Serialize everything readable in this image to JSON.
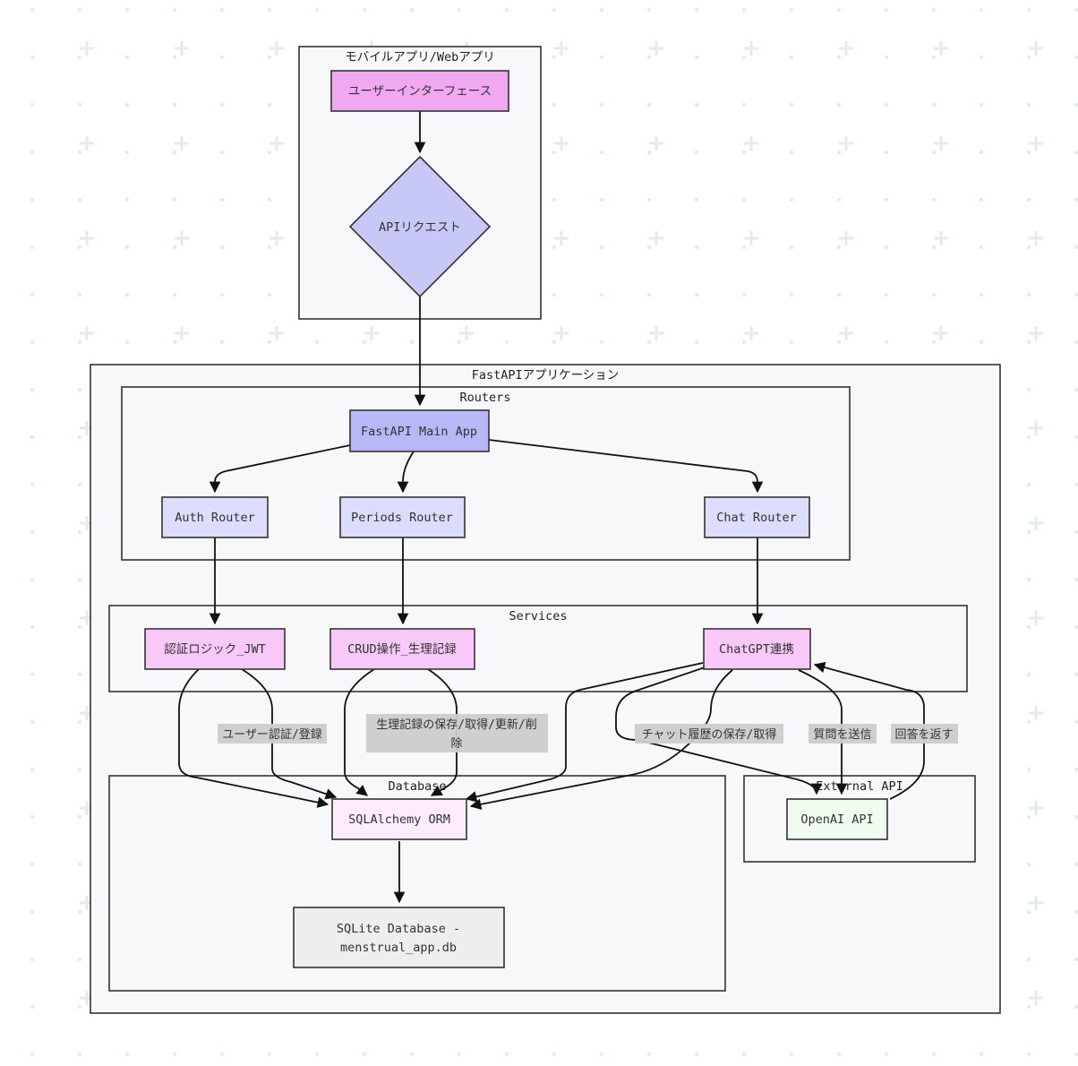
{
  "groups": {
    "client": "モバイルアプリ/Webアプリ",
    "fastapi": "FastAPIアプリケーション",
    "routers": "Routers",
    "services": "Services",
    "database": "Database",
    "external": "External API"
  },
  "nodes": {
    "ui": "ユーザーインターフェース",
    "api_request": "APIリクエスト",
    "main_app": "FastAPI Main App",
    "auth_router": "Auth Router",
    "periods_router": "Periods Router",
    "chat_router": "Chat Router",
    "auth_logic": "認証ロジック_JWT",
    "crud": "CRUD操作_生理記録",
    "chatgpt": "ChatGPT連携",
    "orm": "SQLAlchemy ORM",
    "sqlite_line1": "SQLite Database -",
    "sqlite_line2": "menstrual_app.db",
    "openai": "OpenAI API"
  },
  "edge_labels": {
    "auth_db": "ユーザー認証/登録",
    "crud_db_line1": "生理記録の保存/取得/更新/削",
    "crud_db_line2": "除",
    "chat_db": "チャット履歴の保存/取得",
    "send_question": "質問を送信",
    "return_answer": "回答を返す"
  },
  "colors": {
    "pink_node": "#f0a8f0",
    "violet_node": "#c8c8f8",
    "main_node": "#b8b8f8",
    "router_node": "#dcdcfc",
    "service_node": "#f8c8f8",
    "orm_node": "#fcecfc",
    "sqlite_node": "#eeeeee",
    "openai_node": "#f0fcf0"
  }
}
